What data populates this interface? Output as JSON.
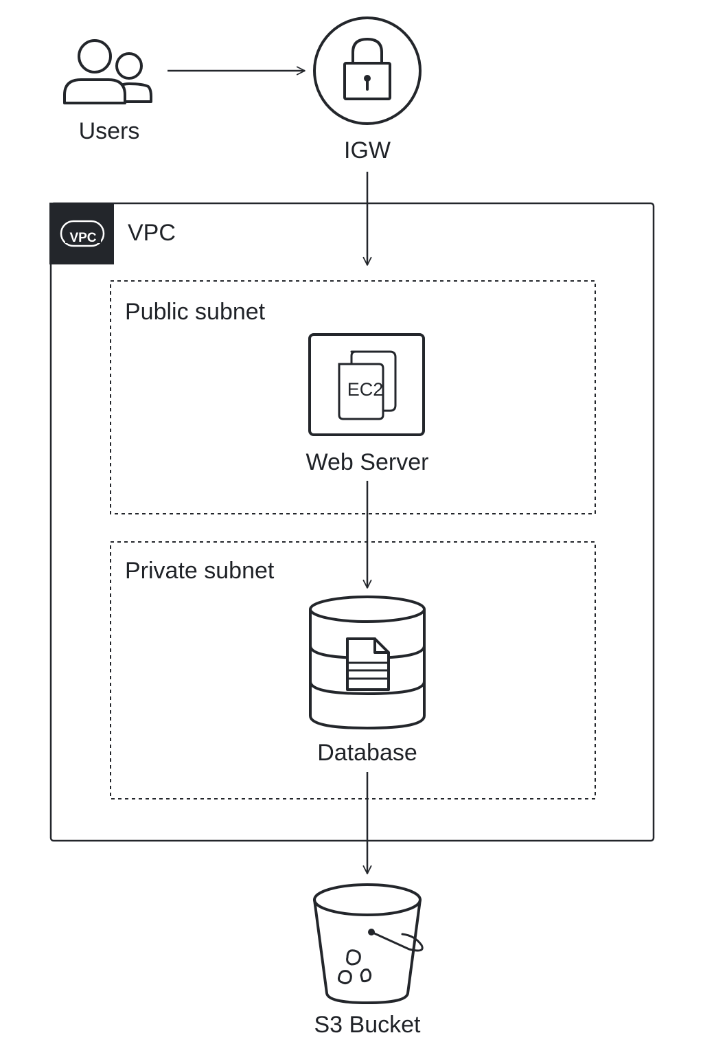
{
  "nodes": {
    "users": {
      "label": "Users",
      "icon": "users-icon"
    },
    "igw": {
      "label": "IGW",
      "icon": "lock-icon"
    },
    "web_server": {
      "label": "Web Server",
      "icon": "ec2-icon",
      "icon_text": "EC2"
    },
    "database": {
      "label": "Database",
      "icon": "database-icon"
    },
    "s3": {
      "label": "S3 Bucket",
      "icon": "bucket-icon"
    }
  },
  "groups": {
    "vpc": {
      "label": "VPC",
      "badge": "VPC"
    },
    "public_subnet": {
      "label": "Public subnet"
    },
    "private_subnet": {
      "label": "Private subnet"
    }
  },
  "edges": [
    {
      "from": "Users",
      "to": "IGW"
    },
    {
      "from": "IGW",
      "to": "Web Server"
    },
    {
      "from": "Web Server",
      "to": "Database"
    },
    {
      "from": "Database",
      "to": "S3 Bucket"
    }
  ],
  "colors": {
    "ink": "#23262b",
    "badge_bg": "#23262b",
    "background": "#ffffff"
  }
}
